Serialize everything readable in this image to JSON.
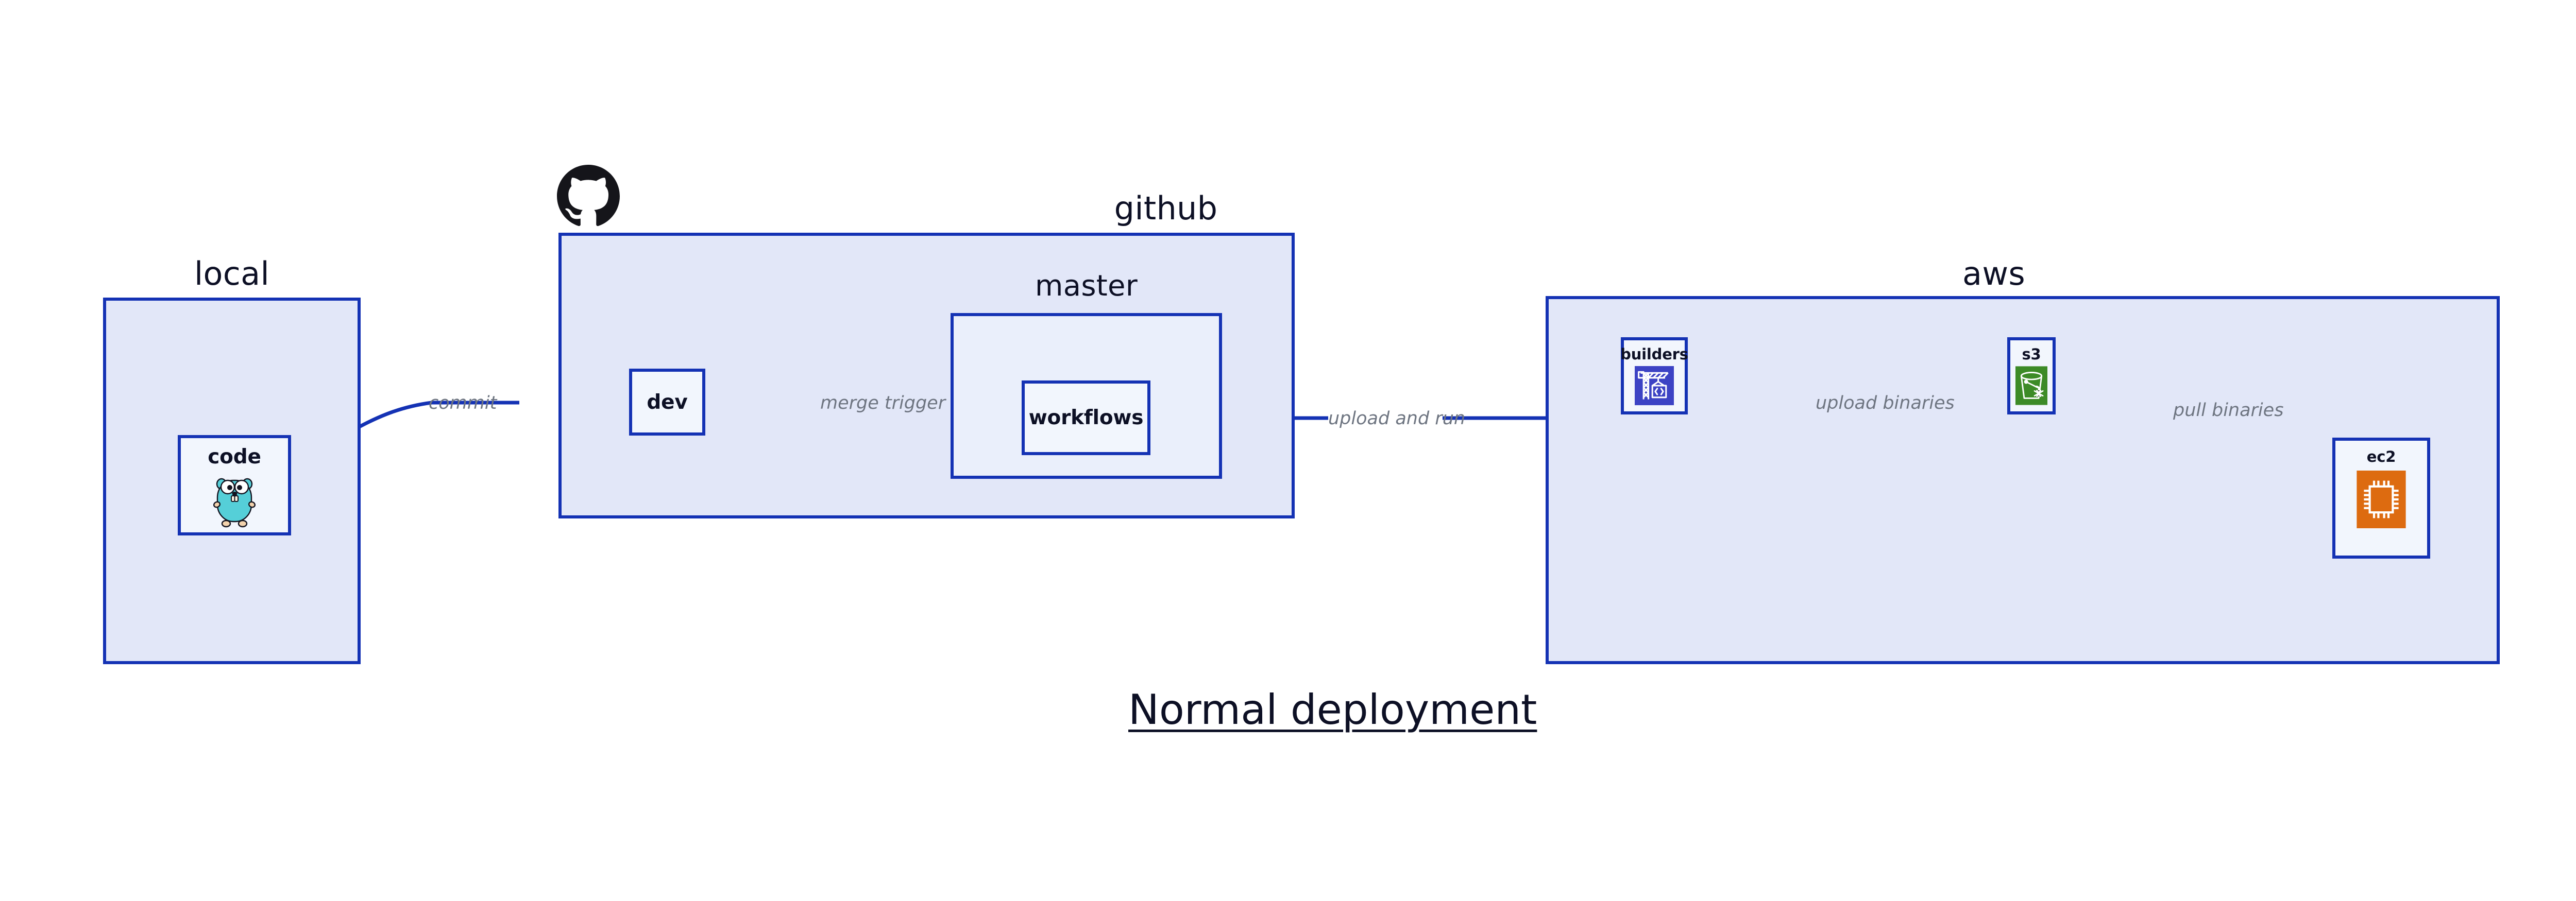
{
  "diagram": {
    "title": "Normal deployment",
    "background_color": "#ffffff",
    "border_color": "#1432b4",
    "group_fill": "#e2e7f8",
    "subgroup_fill": "#eaeffb",
    "node_fill": "#f2f6fd",
    "label_color": "#0d1025",
    "edge_label_color": "#6e7581"
  },
  "groups": {
    "local": {
      "label": "local",
      "nodes": {
        "code": {
          "label": "code",
          "icon": "go-gopher-icon"
        }
      }
    },
    "github": {
      "label": "github",
      "logo_icon": "github-octocat-icon",
      "nodes": {
        "dev": {
          "label": "dev"
        }
      },
      "subgroups": {
        "master": {
          "label": "master",
          "nodes": {
            "workflows": {
              "label": "workflows"
            }
          }
        }
      }
    },
    "aws": {
      "label": "aws",
      "nodes": {
        "builders": {
          "label": "builders",
          "icon": "aws-codebuild-crane-icon",
          "icon_color": "#3c43c4"
        },
        "s3": {
          "label": "s3",
          "icon": "aws-s3-bucket-icon",
          "icon_color": "#3d8b27"
        },
        "ec2": {
          "label": "ec2",
          "icon": "aws-ec2-chip-icon",
          "icon_color": "#dd6b10"
        }
      }
    }
  },
  "edges": [
    {
      "id": "commit",
      "label": "commit",
      "from": "code",
      "to": "dev"
    },
    {
      "id": "merge-trigger",
      "label": "merge trigger",
      "from": "dev",
      "to": "workflows"
    },
    {
      "id": "upload-and-run",
      "label": "upload and run",
      "from": "workflows",
      "to": "builders"
    },
    {
      "id": "upload-binaries",
      "label": "upload binaries",
      "from": "builders",
      "to": "s3"
    },
    {
      "id": "pull-binaries",
      "label": "pull binaries",
      "from": "s3",
      "to": "ec2"
    }
  ]
}
